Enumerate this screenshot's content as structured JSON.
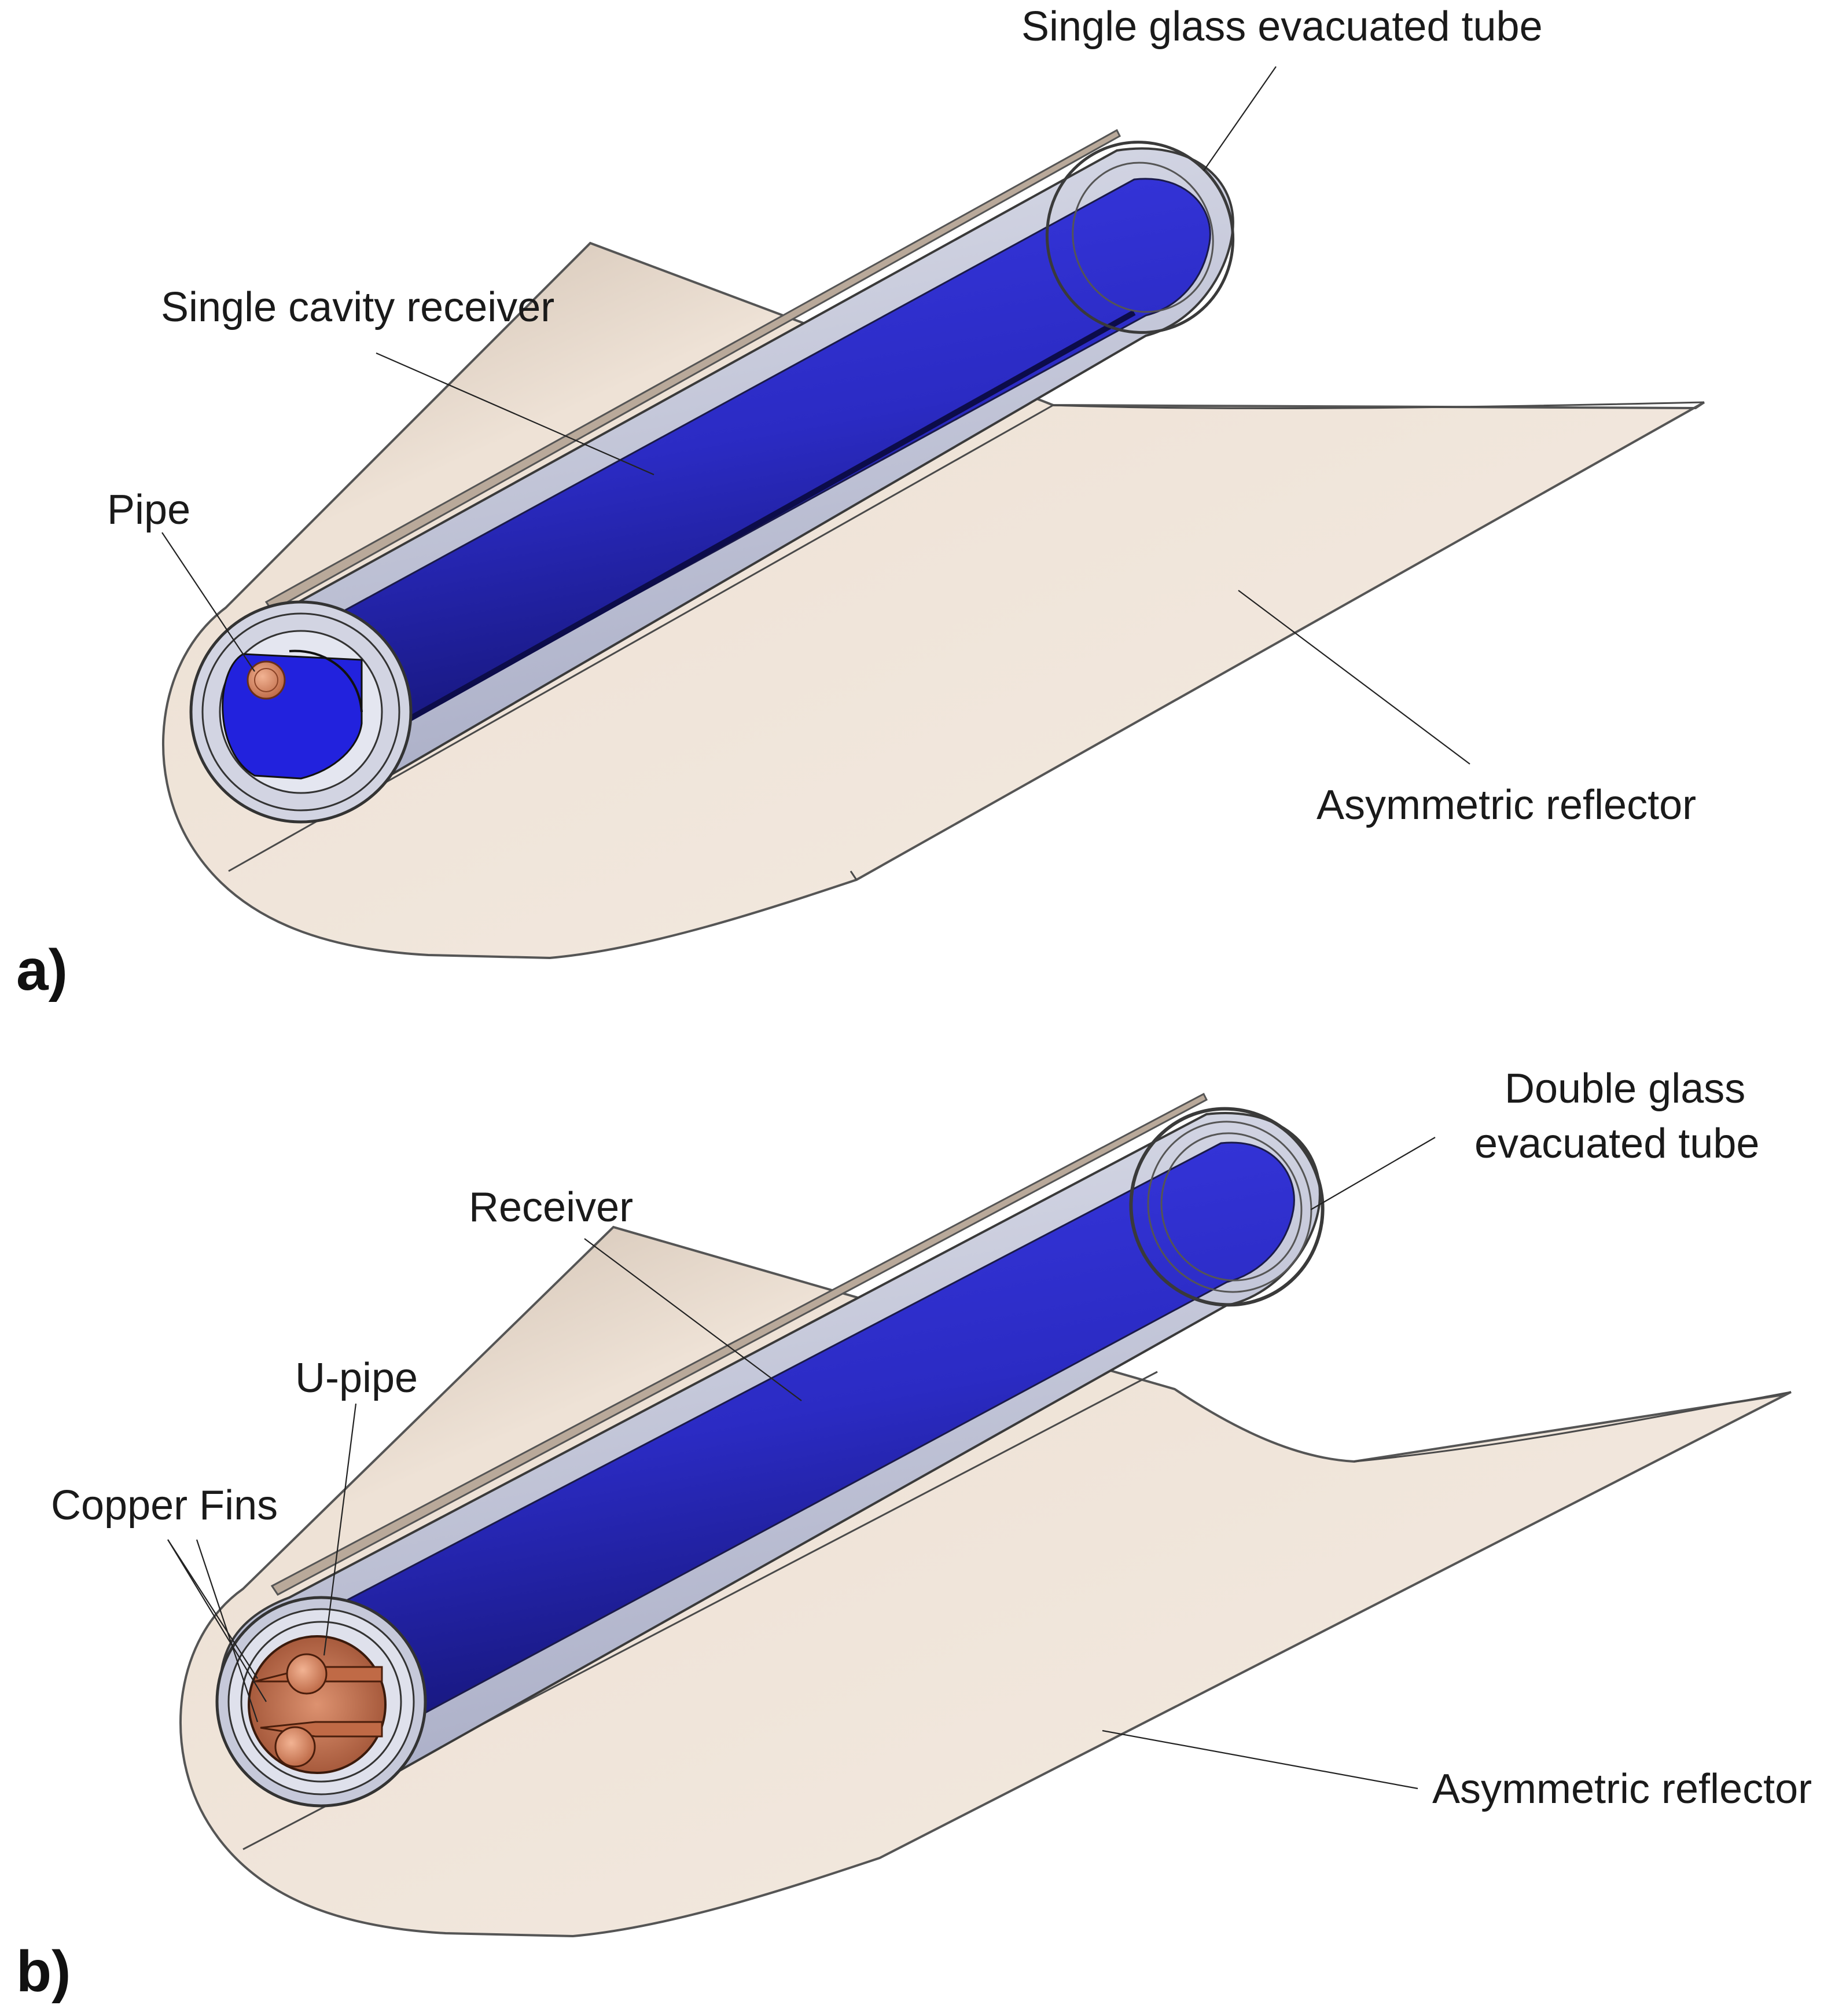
{
  "panels": [
    {
      "id": "a",
      "panel_label": "a)",
      "labels": {
        "tube": "Single glass evacuated tube",
        "receiver": "Single cavity receiver",
        "pipe": "Pipe",
        "reflector": "Asymmetric reflector"
      }
    },
    {
      "id": "b",
      "panel_label": "b)",
      "labels": {
        "tube_line1": "Double glass",
        "tube_line2": "evacuated tube",
        "receiver": "Receiver",
        "upipe": "U-pipe",
        "fins": "Copper Fins",
        "reflector": "Asymmetric reflector"
      }
    }
  ],
  "colors": {
    "reflector_fill": "#f1e6dc",
    "reflector_shade": "#d9cbbd",
    "glass": "#c9ccdc",
    "receiver_blue": "#2f2fd0",
    "receiver_dark": "#101060",
    "copper": "#d88a66"
  }
}
